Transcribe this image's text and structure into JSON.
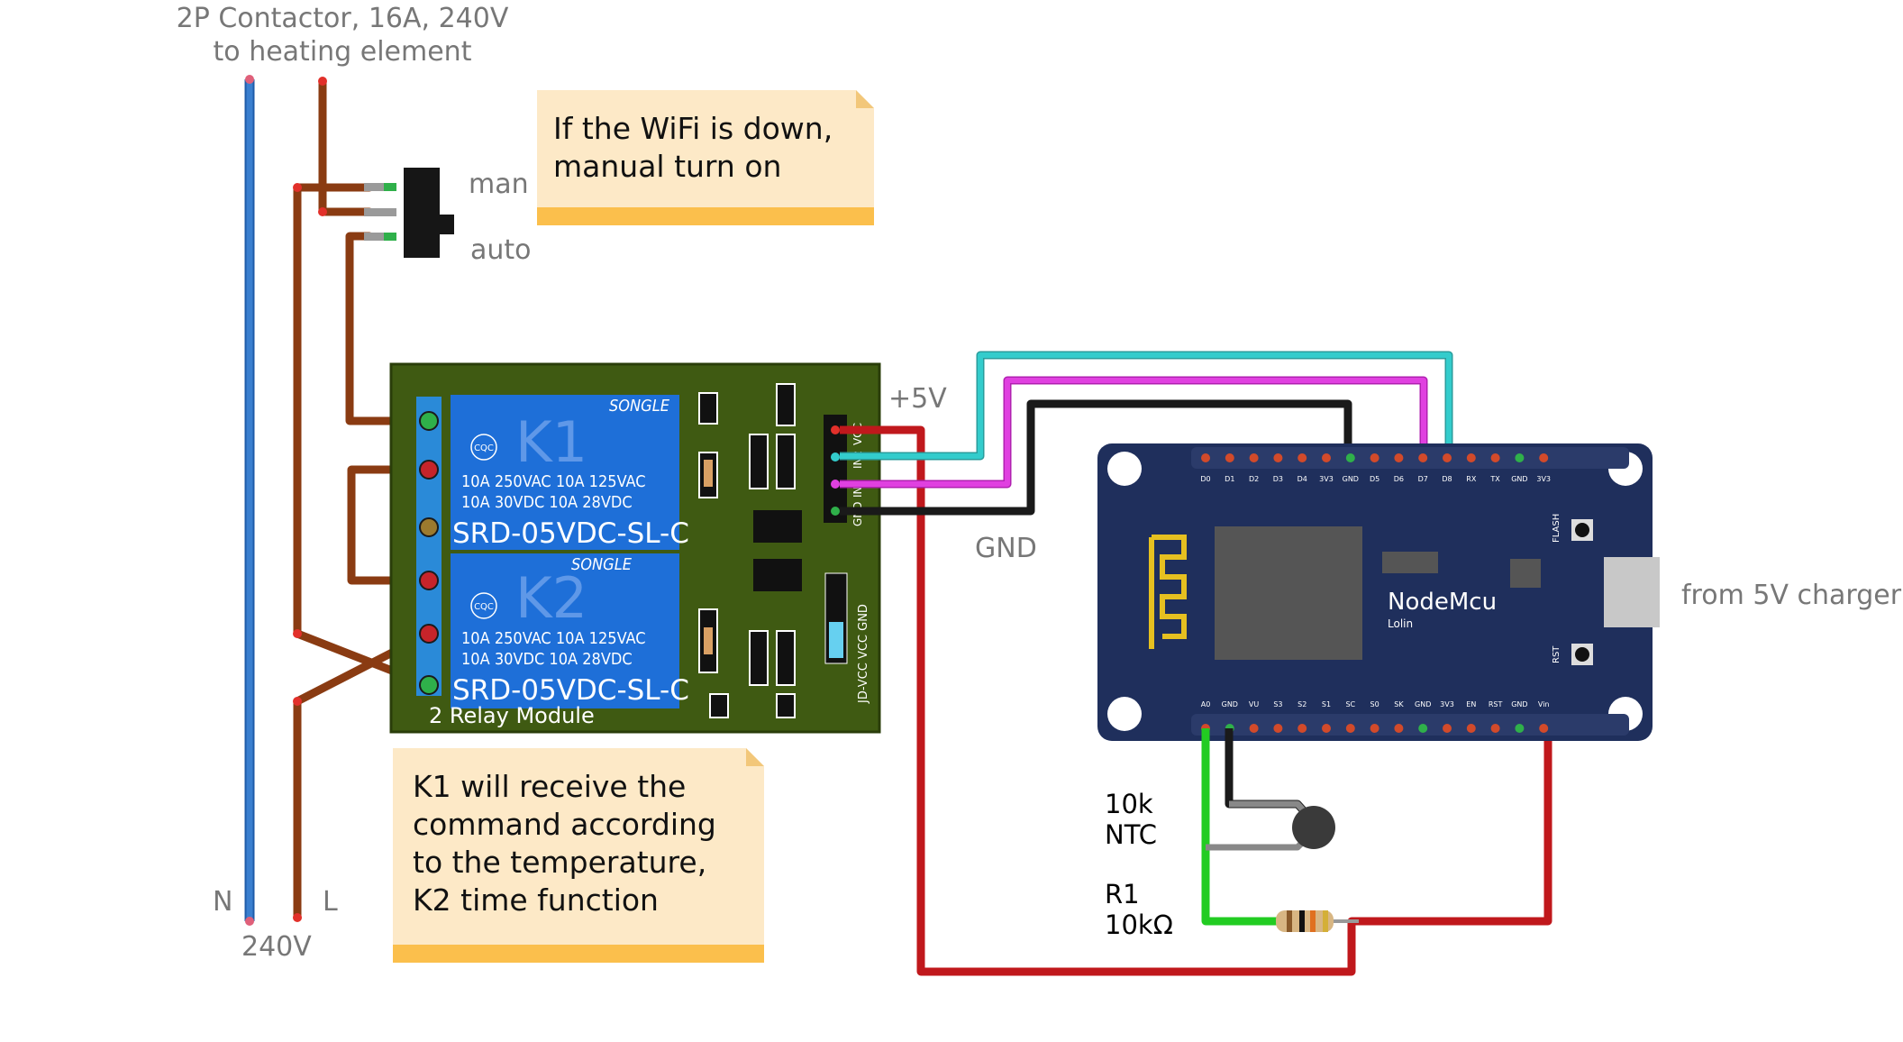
{
  "contactor_label": [
    "2P Contactor, 16A, 240V",
    "to heating element"
  ],
  "mains_label": {
    "neutral": "N",
    "live": "L",
    "voltage": "240V"
  },
  "switch_labels": {
    "man": "man",
    "auto": "auto"
  },
  "note_wifi": [
    "If the WiFi is down,",
    "manual turn on"
  ],
  "note_relays": [
    "K1 will receive the",
    "command according",
    "to the temperature,",
    "K2 time function"
  ],
  "relay_module": {
    "title": "2 Relay Module",
    "brand": "SONGLE",
    "relays": [
      {
        "name": "K1",
        "spec_lines": [
          "10A  250VAC  10A  125VAC",
          "10A   30VDC  10A   28VDC"
        ],
        "model": "SRD-05VDC-SL-C"
      },
      {
        "name": "K2",
        "spec_lines": [
          "10A  250VAC  10A  125VAC",
          "10A   30VDC  10A   28VDC"
        ],
        "model": "SRD-05VDC-SL-C"
      }
    ],
    "header_pins": [
      "VCC",
      "IN2",
      "IN1",
      "GND"
    ],
    "jumper_label": "JD-VCC VCC GND",
    "cqc": "CQC"
  },
  "power_labels": {
    "vcc": "+5V",
    "gnd": "GND"
  },
  "nodemcu": {
    "name": "NodeMcu",
    "sub": "Lolin",
    "top_pins": [
      "D0",
      "D1",
      "D2",
      "D3",
      "D4",
      "3V3",
      "GND",
      "D5",
      "D6",
      "D7",
      "D8",
      "RX",
      "TX",
      "GND",
      "3V3"
    ],
    "bottom_pins": [
      "A0",
      "GND",
      "VU",
      "S3",
      "S2",
      "S1",
      "SC",
      "S0",
      "SK",
      "GND",
      "3V3",
      "EN",
      "RST",
      "GND",
      "Vin"
    ],
    "flash": "FLASH",
    "rst": "RST"
  },
  "charger_label": "from 5V charger",
  "ntc_label": [
    "10k",
    "NTC"
  ],
  "resistor_label": [
    "R1",
    "10kΩ"
  ],
  "colors": {
    "neutral_wire": "#3a7fcf",
    "brown_wire": "#8a3b12",
    "red_wire": "#c0181c",
    "black_wire": "#1a1a1a",
    "cyan_wire": "#33cccc",
    "magenta_wire": "#e040e0",
    "green_wire": "#22cc22",
    "gray_wire": "#888888",
    "relay_board": "#3f5a12",
    "relay_blue": "#1e6fd8",
    "nodemcu_board": "#1f2f5c",
    "note_bg": "#fde9c7",
    "note_bar": "#fbbf4c"
  }
}
